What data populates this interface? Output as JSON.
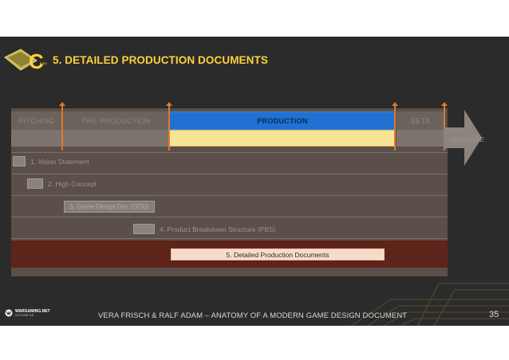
{
  "header": {
    "logo_letter": "C",
    "logo_small": "Kyiv",
    "title": "5. DETAILED PRODUCTION DOCUMENTS"
  },
  "phases": [
    {
      "label": "Pitching"
    },
    {
      "label": "Pre-Production"
    },
    {
      "label": "Production"
    },
    {
      "label": "Beta"
    }
  ],
  "release_label": "Release",
  "documents": [
    {
      "label": "1. Vision Statement"
    },
    {
      "label": "2. High Concept"
    },
    {
      "label": "3. Game Design Doc (GDD)"
    },
    {
      "label": "4. Product Breakdown Structure (PBS)"
    },
    {
      "label": "5. Detailed Production Documents"
    }
  ],
  "footer": {
    "logo_name": "WARGAMING.NET",
    "logo_sub": "LET'S BATTLE",
    "text": "VERA FRISCH & RALF ADAM – ANATOMY OF A MODERN GAME DESIGN DOCUMENT",
    "page_number": "35"
  },
  "colors": {
    "accent_title": "#ffd23a",
    "production": "#2271d2",
    "production_bar": "#f7e394",
    "highlight_band": "#5e2319"
  }
}
